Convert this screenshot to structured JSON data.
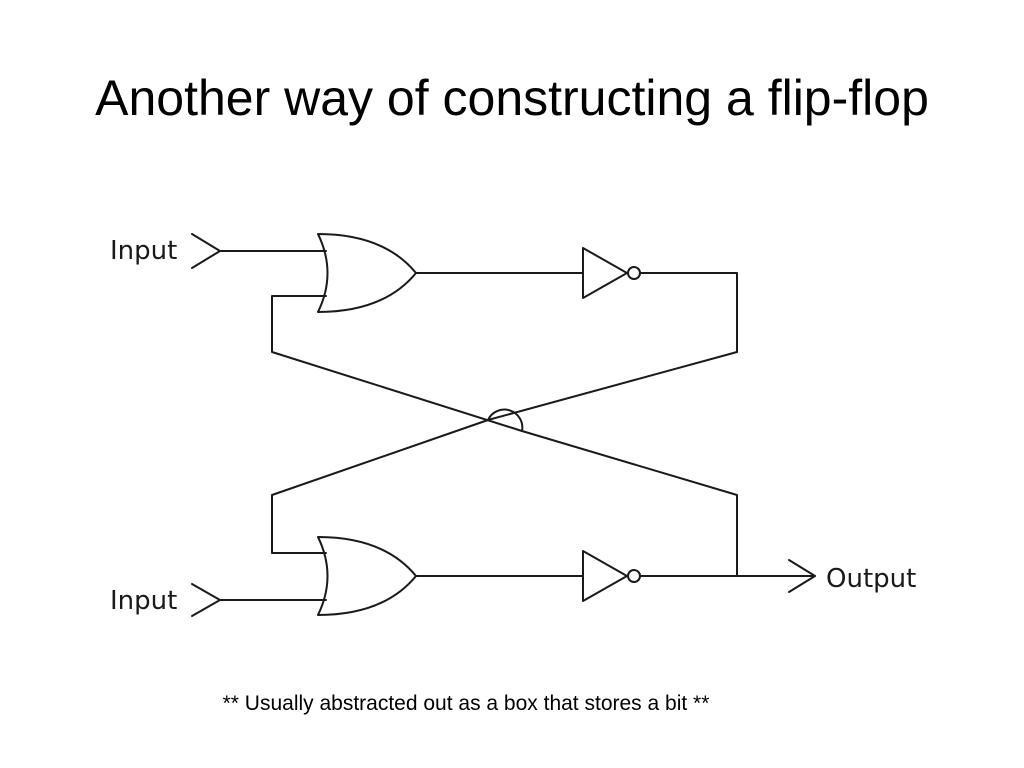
{
  "slide": {
    "title": "Another way of constructing a flip-flop",
    "footnote": "** Usually abstracted out as a box that stores a bit **"
  },
  "diagram": {
    "labels": {
      "input_top": "Input",
      "input_bottom": "Input",
      "output": "Output"
    },
    "gates": [
      {
        "kind": "or-gate",
        "position": "top"
      },
      {
        "kind": "not-gate",
        "position": "top"
      },
      {
        "kind": "or-gate",
        "position": "bottom"
      },
      {
        "kind": "not-gate",
        "position": "bottom"
      }
    ]
  }
}
